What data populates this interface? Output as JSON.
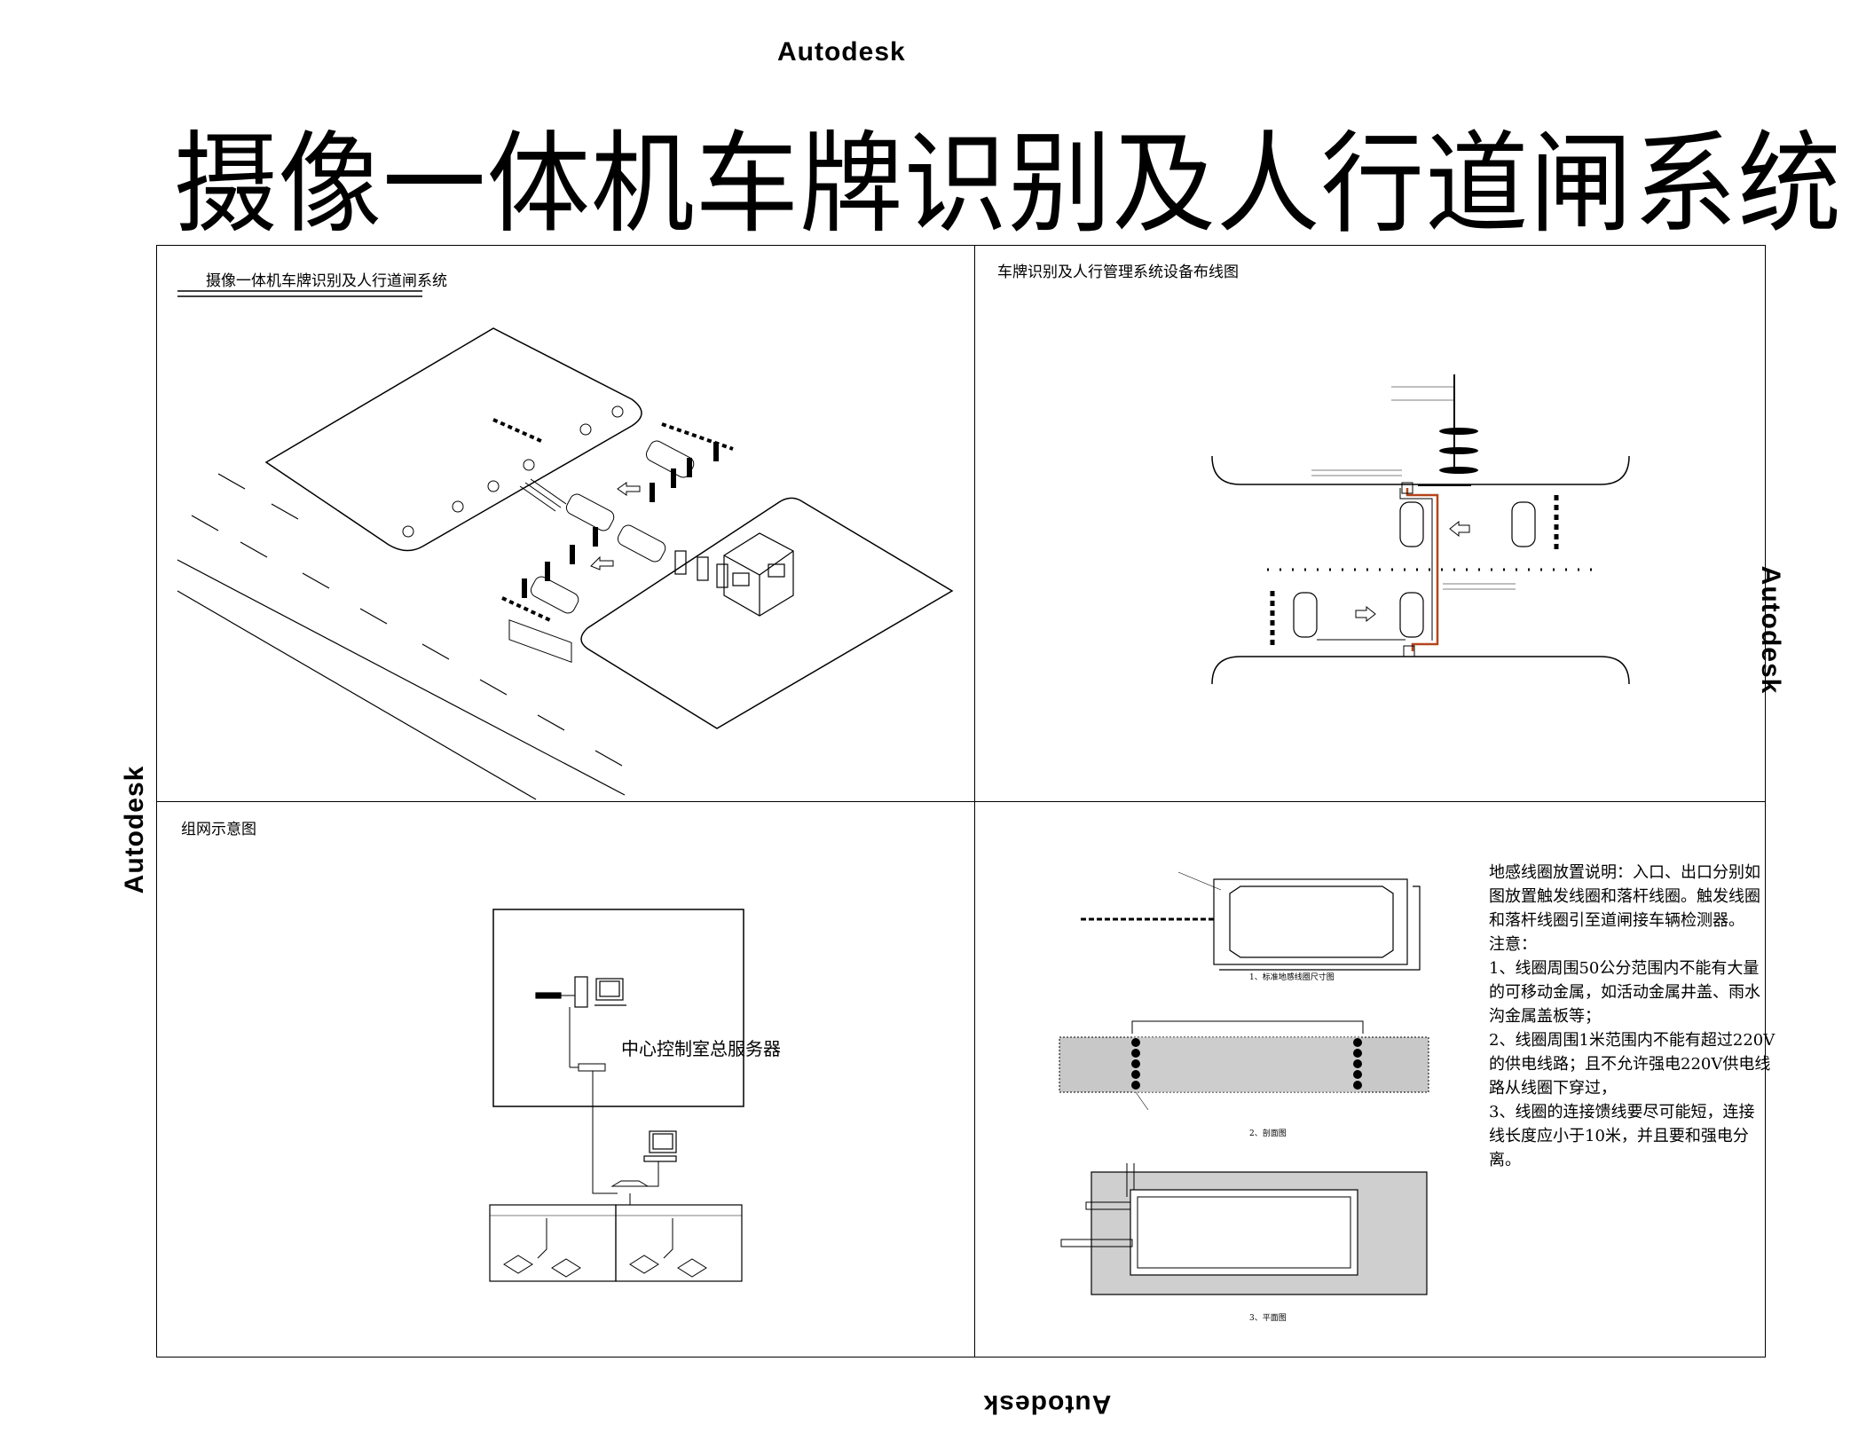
{
  "watermark": "Autodesk",
  "title": "摄像一体机车牌识别及人行道闸系统",
  "panels": {
    "top_left": {
      "caption": "摄像一体机车牌识别及人行道闸系统"
    },
    "top_right": {
      "caption": "车牌识别及人行管理系统设备布线图"
    },
    "bottom_left": {
      "caption": "组网示意图",
      "center_label": "中心控制室总服务器"
    },
    "bottom_right": {
      "notes": [
        "地感线圈放置说明：入口、出口分别如",
        "图放置触发线圈和落杆线圈。触发线圈",
        "和落杆线圈引至道闸接车辆检测器。",
        "注意：",
        "1、线圈周围50公分范围内不能有大量",
        "的可移动金属，如活动金属井盖、雨水",
        "沟金属盖板等；",
        "2、线圈周围1米范围内不能有超过220V",
        "的供电线路；且不允许强电220V供电线",
        "路从线圈下穿过，",
        "3、线圈的连接馈线要尽可能短，连接",
        "线长度应小于10米，并且要和强电分",
        "离。"
      ],
      "fig1_label": "1、标准地感线圈尺寸图",
      "fig2_label": "2、剖面图",
      "fig3_label": "3、平面图"
    }
  }
}
